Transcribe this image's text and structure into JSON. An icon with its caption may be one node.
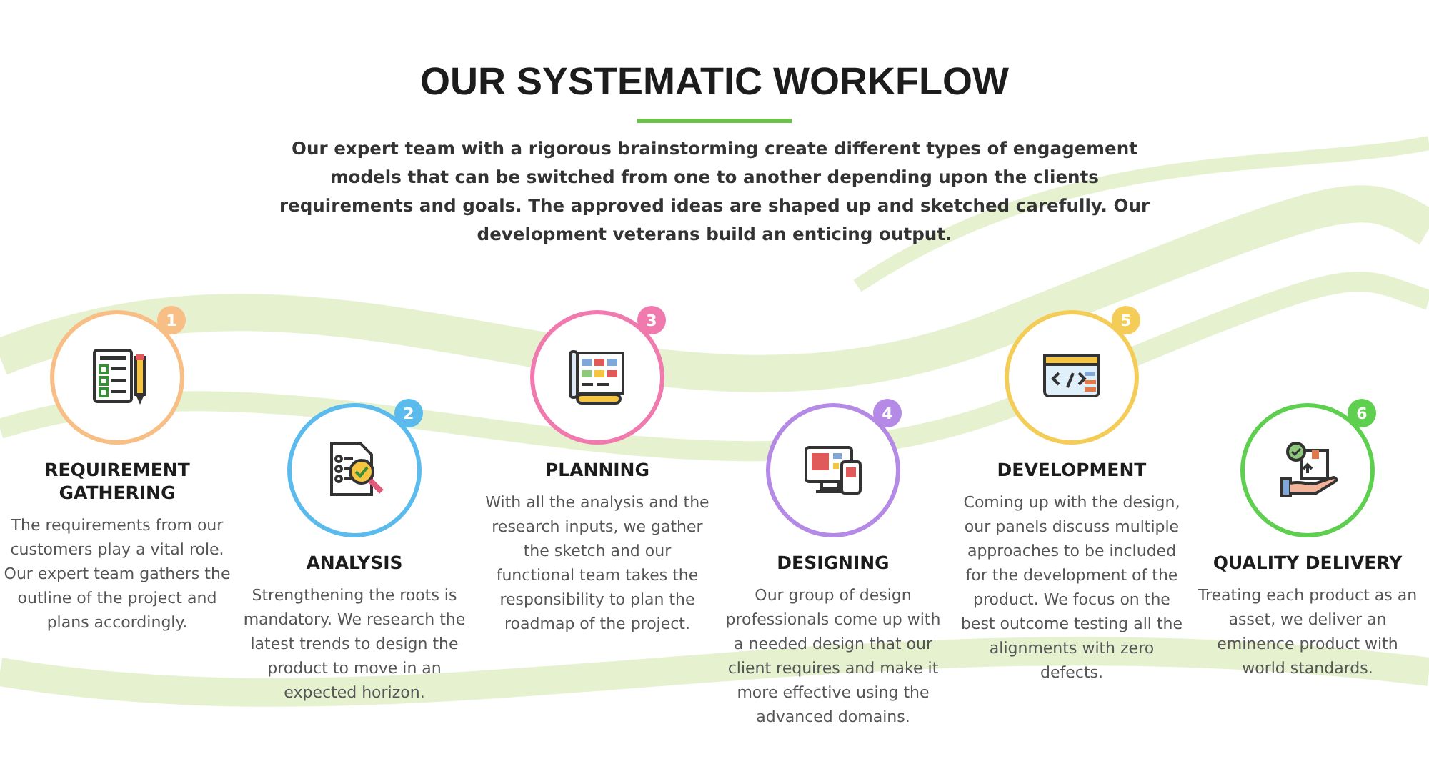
{
  "diagram": {
    "title": "OUR SYSTEMATIC WORKFLOW",
    "nodes": [
      {
        "text": [
          "1",
          "REQUIREMENT GATHERING",
          "The requirements from our customers play a vital role. Our expert team gathers the outline of the project and plans accordingly."
        ]
      },
      {
        "text": [
          "2",
          "ANALYSIS",
          "Strengthening the roots is mandatory. We research the latest trends to design the product to move in an expected horizon."
        ]
      },
      {
        "text": [
          "3",
          "PLANNING",
          "With all the analysis and the research inputs, we gather the sketch and our functional team takes the responsibility to plan the roadmap of the project."
        ]
      },
      {
        "text": [
          "4",
          "DESIGNING",
          "Our group of design professionals come up with a needed design that our client requires and make it more effective using the advanced domains."
        ]
      },
      {
        "text": [
          "5",
          "DEVELOPMENT",
          "Coming up with the design, our panels discuss multiple approaches to be included for the development of the product. We focus on the best outcome testing all the alignments with zero defects."
        ]
      },
      {
        "text": [
          "6",
          "QUALITY DELIVERY",
          "Treating each product as an asset, we deliver an eminence product with world standards."
        ]
      }
    ],
    "labels": [
      "Our expert team with a rigorous brainstorming create different types of engagement models that can be switched from one to another depending upon the clients requirements and goals. The approved ideas are shaped up and sketched carefully. Our development veterans build an enticing output."
    ]
  }
}
